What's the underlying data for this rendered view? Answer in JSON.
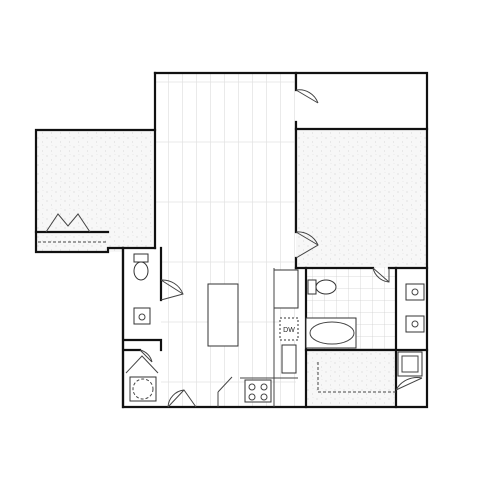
{
  "floorplan": {
    "labels": {
      "dishwasher": "DW"
    },
    "colors": {
      "wall": "#111111",
      "carpet": "#f4f4f4",
      "wood_line": "#d6d6d6",
      "tile_line": "#cfcfcf",
      "background": "#ffffff"
    },
    "rooms": [
      "bedroom-left",
      "living-room",
      "bedroom-right",
      "kitchen",
      "bathroom-main",
      "bathroom-half",
      "laundry",
      "closet"
    ]
  }
}
